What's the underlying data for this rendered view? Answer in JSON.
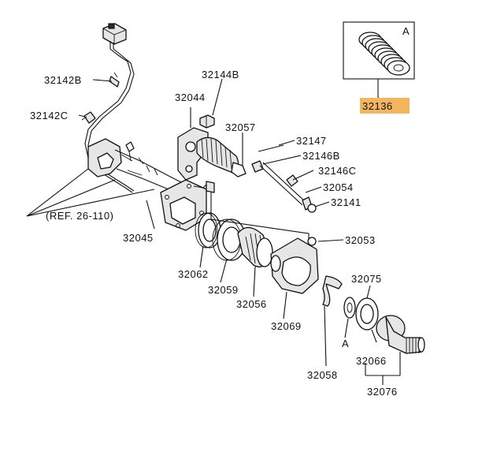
{
  "diagram": {
    "highlight_color": "#f2b75e",
    "inset_letter": "A",
    "ref_note": "(REF. 26-110)",
    "parts": {
      "p32136": "32136",
      "p32142B": "32142B",
      "p32142C": "32142C",
      "p32144B": "32144B",
      "p32044": "32044",
      "p32057": "32057",
      "p32147": "32147",
      "p32146B": "32146B",
      "p32146C": "32146C",
      "p32054": "32054",
      "p32141": "32141",
      "p32045": "32045",
      "p32053": "32053",
      "p32062": "32062",
      "p32059": "32059",
      "p32056": "32056",
      "p32069": "32069",
      "p32075": "32075",
      "p32066": "32066",
      "p32058": "32058",
      "p32076": "32076"
    }
  }
}
